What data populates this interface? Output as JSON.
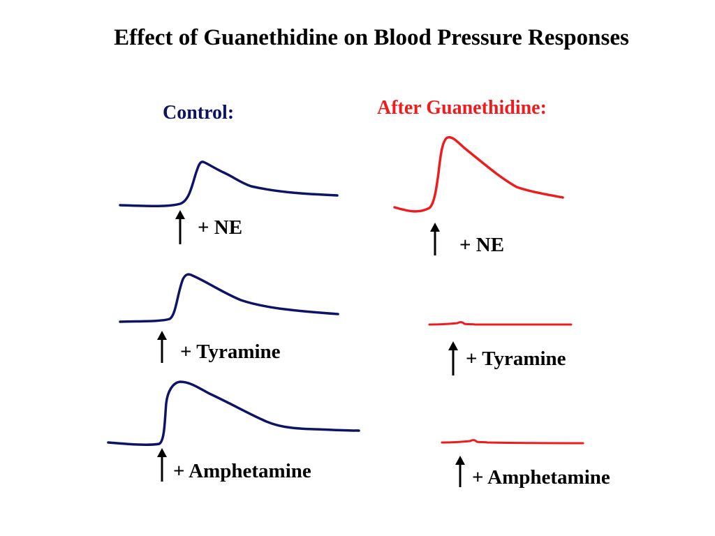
{
  "title": "Effect of Guanethidine on Blood Pressure Responses",
  "colors": {
    "control": "#0d1466",
    "after": "#ee1c1c",
    "arrow": "#000000"
  },
  "columns": {
    "control": {
      "heading": "Control:",
      "labels": [
        "+ NE",
        "+ Tyramine",
        "+ Amphetamine"
      ]
    },
    "after": {
      "heading": "After Guanethidine:",
      "labels": [
        "+ NE",
        "+ Tyramine",
        "+ Amphetamine"
      ]
    }
  }
}
